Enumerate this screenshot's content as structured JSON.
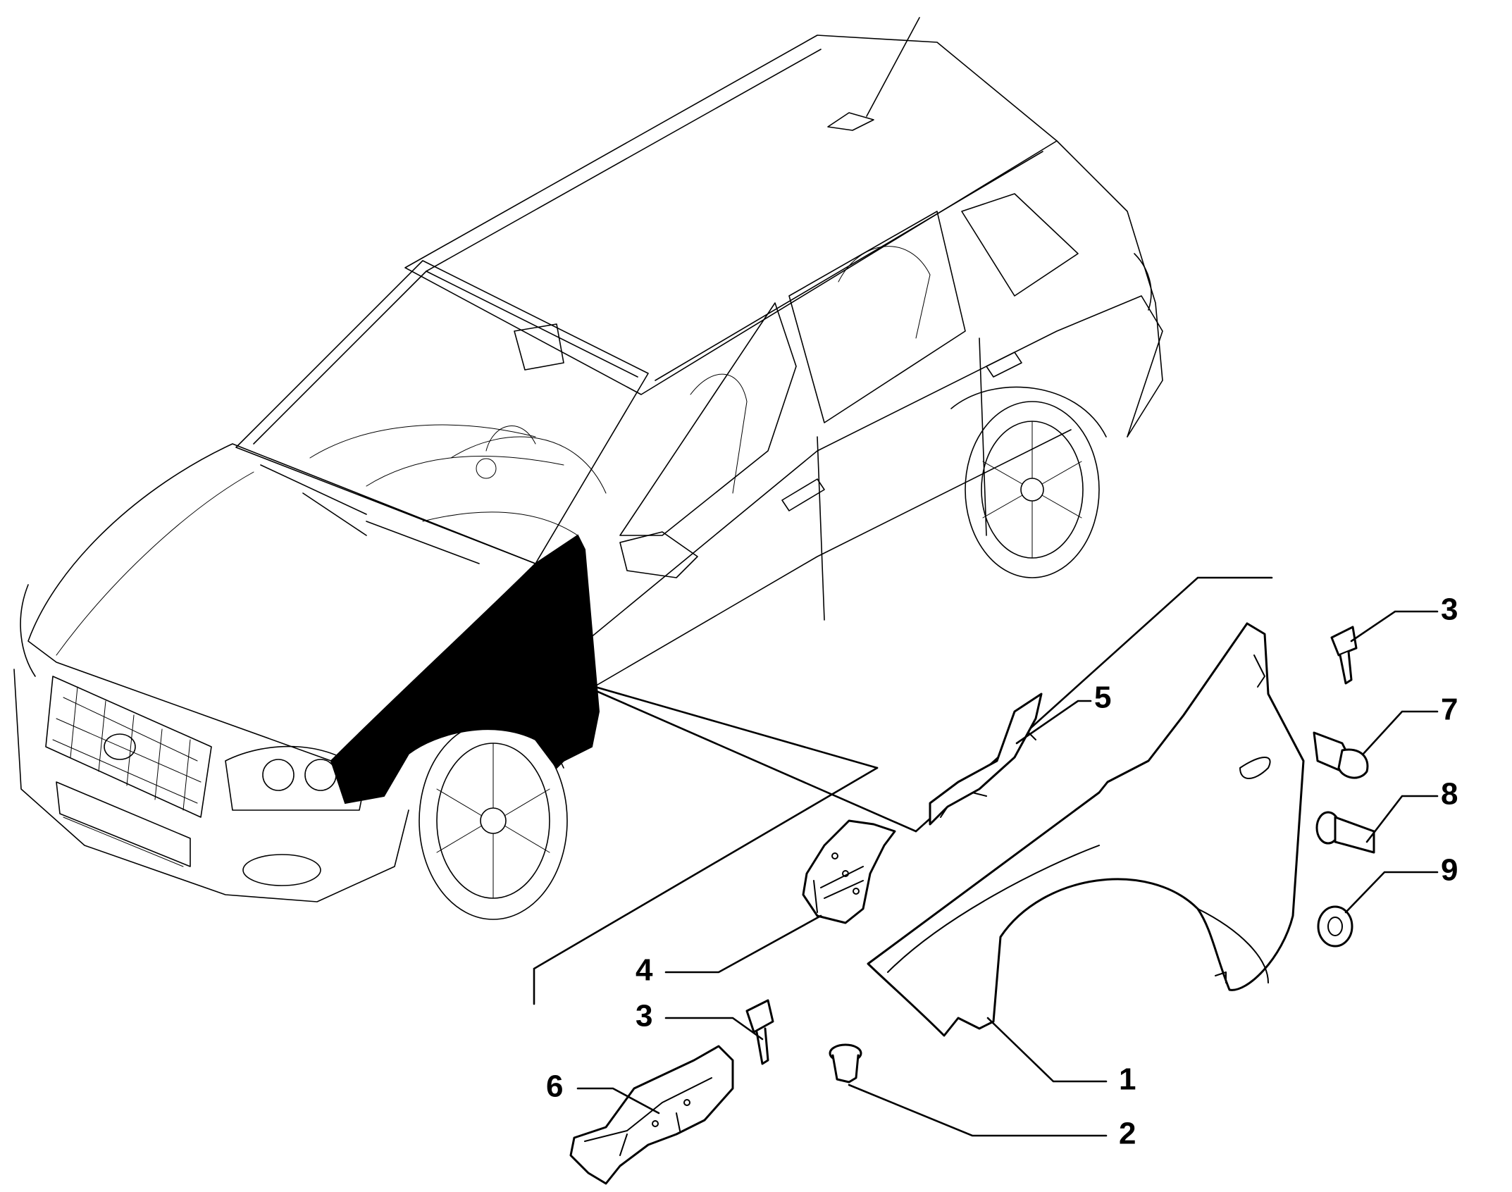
{
  "diagram": {
    "callouts": [
      {
        "id": "c3a",
        "label": "3"
      },
      {
        "id": "c5",
        "label": "5"
      },
      {
        "id": "c7",
        "label": "7"
      },
      {
        "id": "c8",
        "label": "8"
      },
      {
        "id": "c9",
        "label": "9"
      },
      {
        "id": "c4",
        "label": "4"
      },
      {
        "id": "c3b",
        "label": "3"
      },
      {
        "id": "c6",
        "label": "6"
      },
      {
        "id": "c1",
        "label": "1"
      },
      {
        "id": "c2",
        "label": "2"
      }
    ]
  }
}
